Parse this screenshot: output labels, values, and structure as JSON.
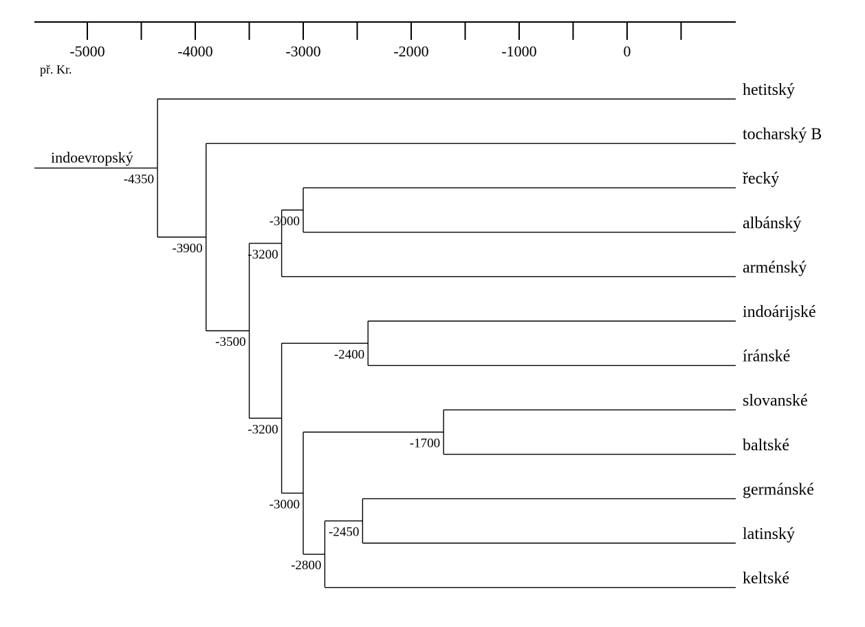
{
  "axis": {
    "unit_label": "př. Kr.",
    "major_ticks": [
      {
        "value": -5000,
        "label": "-5000"
      },
      {
        "value": -4000,
        "label": "-4000"
      },
      {
        "value": -3000,
        "label": "-3000"
      },
      {
        "value": -2000,
        "label": "-2000"
      },
      {
        "value": -1000,
        "label": "-1000"
      },
      {
        "value": 0,
        "label": "0"
      }
    ],
    "minor_ticks": [
      -4500,
      -3500,
      -2500,
      -1500,
      -500,
      500
    ]
  },
  "tree": {
    "root": {
      "name": "indoevropský",
      "year": -4350,
      "label": "-4350"
    },
    "leaves": [
      {
        "id": "hetitsky",
        "label": "hetitský"
      },
      {
        "id": "tocharsky",
        "label": "tocharský B"
      },
      {
        "id": "recky",
        "label": "řecký"
      },
      {
        "id": "albansky",
        "label": "albánský"
      },
      {
        "id": "armensky",
        "label": "arménský"
      },
      {
        "id": "indoarijske",
        "label": "indoárijské"
      },
      {
        "id": "iranske",
        "label": "íránské"
      },
      {
        "id": "slovanske",
        "label": "slovanské"
      },
      {
        "id": "baltske",
        "label": "baltské"
      },
      {
        "id": "germanske",
        "label": "germánské"
      },
      {
        "id": "latinsky",
        "label": "latinský"
      },
      {
        "id": "keltske",
        "label": "keltské"
      }
    ],
    "nodes": [
      {
        "id": "n_root",
        "year": -4350,
        "label": "-4350",
        "children": [
          "hetitsky",
          "n3900"
        ]
      },
      {
        "id": "n3900",
        "year": -3900,
        "label": "-3900",
        "children": [
          "tocharsky",
          "n3500"
        ]
      },
      {
        "id": "n3500",
        "year": -3500,
        "label": "-3500",
        "children": [
          "n3200a",
          "n3200b"
        ]
      },
      {
        "id": "n3200a",
        "year": -3200,
        "label": "-3200",
        "children": [
          "n3000a",
          "armensky"
        ]
      },
      {
        "id": "n3000a",
        "year": -3000,
        "label": "-3000",
        "children": [
          "recky",
          "albansky"
        ]
      },
      {
        "id": "n3200b",
        "year": -3200,
        "label": "-3200",
        "children": [
          "n2400",
          "n3000b"
        ]
      },
      {
        "id": "n2400",
        "year": -2400,
        "label": "-2400",
        "children": [
          "indoarijske",
          "iranske"
        ]
      },
      {
        "id": "n3000b",
        "year": -3000,
        "label": "-3000",
        "children": [
          "n1700",
          "n2800"
        ]
      },
      {
        "id": "n1700",
        "year": -1700,
        "label": "-1700",
        "children": [
          "slovanske",
          "baltske"
        ]
      },
      {
        "id": "n2800",
        "year": -2800,
        "label": "-2800",
        "children": [
          "n2450",
          "keltske"
        ]
      },
      {
        "id": "n2450",
        "year": -2450,
        "label": "-2450",
        "children": [
          "germanske",
          "latinsky"
        ]
      }
    ]
  }
}
